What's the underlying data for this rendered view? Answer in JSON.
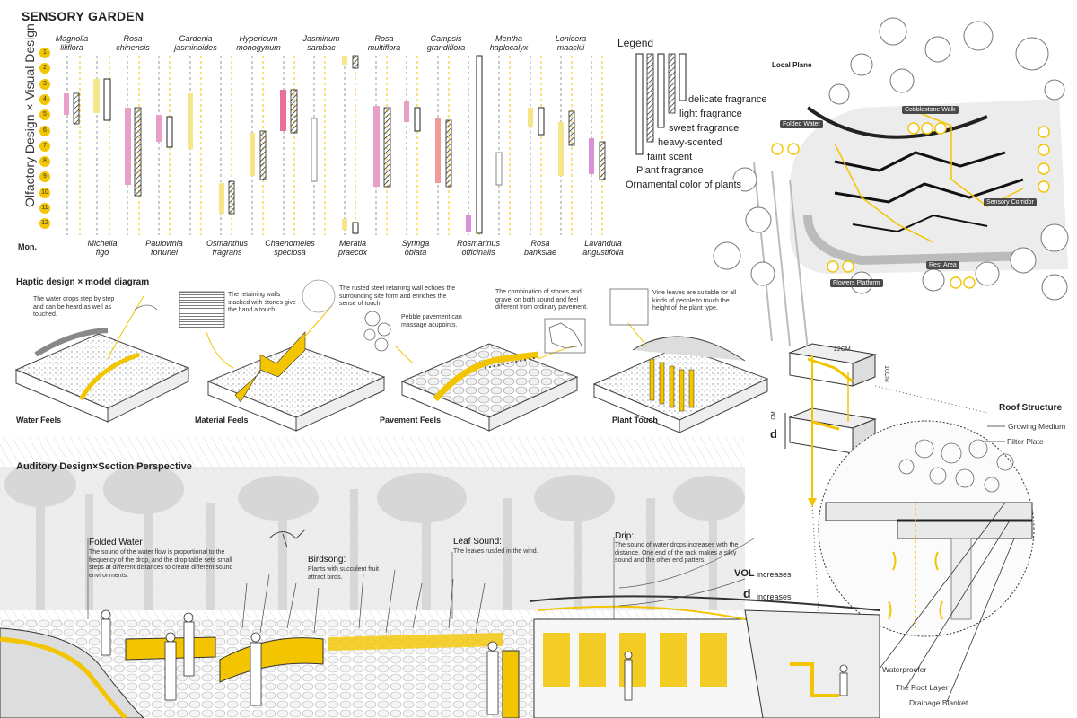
{
  "title": "SENSORY GARDEN",
  "olfactory": {
    "axis_title": "Olfactory Design × Visual Design",
    "month_label": "Mon.",
    "months": [
      "1",
      "2",
      "3",
      "4",
      "5",
      "6",
      "7",
      "8",
      "9",
      "10",
      "11",
      "12"
    ],
    "top_plants": [
      {
        "line1": "Magnolia",
        "line2": "liliflora"
      },
      {
        "line1": "Rosa",
        "line2": "chinensis"
      },
      {
        "line1": "Gardenia",
        "line2": "jasminoides"
      },
      {
        "line1": "Hypericum",
        "line2": "monogynum"
      },
      {
        "line1": "Jasminum",
        "line2": "sambac"
      },
      {
        "line1": "Rosa",
        "line2": "multiflora"
      },
      {
        "line1": "Campsis",
        "line2": "grandiflora"
      },
      {
        "line1": "Mentha",
        "line2": "haplocalyx"
      },
      {
        "line1": "Lonicera",
        "line2": "maackii"
      }
    ],
    "bottom_plants": [
      {
        "line1": "Michelia",
        "line2": "figo"
      },
      {
        "line1": "Paulownia",
        "line2": "fortunei"
      },
      {
        "line1": "Osmanthus",
        "line2": "fragrans"
      },
      {
        "line1": "Chaenomeles",
        "line2": "speciosa"
      },
      {
        "line1": "Meratia",
        "line2": "praecox"
      },
      {
        "line1": "Syringa",
        "line2": "oblata"
      },
      {
        "line1": "Rosmarinus",
        "line2": "officinalis"
      },
      {
        "line1": "Rosa",
        "line2": "banksiae"
      },
      {
        "line1": "Lavandula",
        "line2": "angustifolia"
      }
    ]
  },
  "legend": {
    "title": "Legend",
    "items": [
      "delicate fragrance",
      "light fragrance",
      "sweet fragrance",
      "heavy-scented",
      "faint scent",
      "Plant fragrance",
      "Ornamental color of plants"
    ]
  },
  "local_plane": {
    "title": "Local Plane",
    "tags": [
      "Folded Water",
      "Cobblestone Walk",
      "Sensory Corridor",
      "Rest Area",
      "Flowers Platform"
    ]
  },
  "haptic": {
    "heading": "Haptic design × model diagram",
    "captions": [
      "Water Feels",
      "Material Feels",
      "Pavement Feels",
      "Plant Touch"
    ],
    "notes": [
      "The water drops step by step and can be heard as well as touched.",
      "The retaining walls stacked with stones give the hand a touch.",
      "The rusted steel retaining wall echoes the surrounding site form and enriches the sense of touch.",
      "Pebble pavement can massage acupoints.",
      "The combination of stones and gravel on both sound and feel different from ordinary pavement.",
      "Vine leaves are suitable for all kinds of people to touch the height of the plant type."
    ]
  },
  "roof": {
    "title": "Roof Structure",
    "dim_top": "22CM",
    "dim_side": "10CM",
    "dim_d": "d",
    "dim_cm": "CM",
    "labels_top": [
      "Growing Medium",
      "Filter Plate"
    ],
    "labels_bottom": [
      "Waterproofer",
      "The Root Layer",
      "Drainage Blanket"
    ]
  },
  "auditory": {
    "heading": "Auditory Design×Section Perspective",
    "folded_title": "Folded Water",
    "folded_text": "The sound of the water flow is proportional to the frequency of the drop, and the drop table sets small steps at different distances to create different sound environments.",
    "bird_title": "Birdsong:",
    "bird_text": "Plants with succulent fruit attract birds.",
    "leaf_title": "Leaf Sound:",
    "leaf_text": "The leaves rustled in the wind.",
    "drip_title": "Drip:",
    "drip_text": "The sound of water drops increases with the distance. One end of the rack makes a silky sound and the other end patters.",
    "vol_label": "VOL",
    "vol_text": "increases",
    "d_label": "d",
    "d_text": "increases"
  },
  "colors": {
    "accent_yellow": "#f2c500",
    "light_yellow": "#f7e58a",
    "pink": "#e8a0c8",
    "salmon": "#f09a9a",
    "tag_gray": "#4a4a4a"
  }
}
